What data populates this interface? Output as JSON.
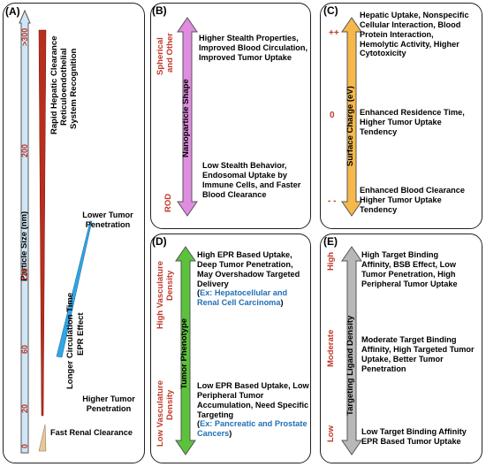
{
  "panelA": {
    "label": "(A)",
    "axis_label": "Particle Size (nm)",
    "ticks": [
      "0",
      "20",
      "60",
      "120",
      "200",
      ">300"
    ],
    "top_text": [
      "Rapid Hepatic Clearance",
      "Reticuloendothelial",
      "System Recognition"
    ],
    "lower_tumor": "Lower Tumor Penetration",
    "circ_text": [
      "Longer Circulation Time",
      "EPR Effect"
    ],
    "higher_tumor": "Higher Tumor Penetration",
    "fast_renal": "Fast Renal Clearance",
    "colors": {
      "axis": "#cfe6f7",
      "red": "#b82e1c",
      "blue": "#2fa6e8",
      "tan": "#e6c79c"
    }
  },
  "panelB": {
    "label": "(B)",
    "axis_label": "Nanoparticle Shape",
    "top_end": [
      "Spherical",
      "and Other"
    ],
    "bottom_end": "ROD",
    "top_text": "Higher Stealth Properties, Improved Blood Circulation, Improved Tumor Uptake",
    "bottom_text": "Low Stealth Behavior, Endosomal Uptake by Immune Cells, and Faster Blood Clearance",
    "colors": {
      "arrow": "#e08de0"
    }
  },
  "panelC": {
    "label": "(C)",
    "axis_label": "Surface Charge (eV)",
    "top_end": "++",
    "mid": "0",
    "bottom_end": "- -",
    "top_text": "Hepatic Uptake, Nonspecific Cellular Interaction, Blood Protein Interaction, Hemolytic Activity, Higher Cytotoxicity",
    "mid_text": "Enhanced Residence Time, Higher Tumor Uptake Tendency",
    "bottom_text": "Enhanced Blood Clearance Higher Tumor Uptake Tendency",
    "colors": {
      "arrow": "#f5b84a"
    }
  },
  "panelD": {
    "label": "(D)",
    "axis_label": "Tumor Phenotype",
    "top_end": [
      "High Vasculature",
      "Density"
    ],
    "bottom_end": [
      "Low Vasculature",
      "Density"
    ],
    "top_text": "High EPR Based Uptake, Deep Tumor Penetration, May Overshadow Targeted Delivery",
    "top_example": "Ex: Hepatocellular and Renal Cell Carcinoma",
    "bottom_text": "Low EPR Based Uptake, Low Peripheral Tumor Accumulation, Need Specific Targeting",
    "bottom_example": "Ex: Pancreatic and Prostate Cancers",
    "colors": {
      "arrow": "#5cc23c"
    }
  },
  "panelE": {
    "label": "(E)",
    "axis_label": "Targeting Ligand Density",
    "top_end": "High",
    "mid": "Moderate",
    "bottom_end": "Low",
    "top_text": "High Target Binding Affinity, BSB Effect, Low Tumor Penetration, High Peripheral Tumor Uptake",
    "mid_text": "Moderate Target Binding Affinity, High Targeted Tumor Uptake, Better Tumor Penetration",
    "bottom_text": "Low Target Binding Affinity EPR Based Tumor Uptake",
    "colors": {
      "arrow": "#b8b8b8"
    }
  }
}
